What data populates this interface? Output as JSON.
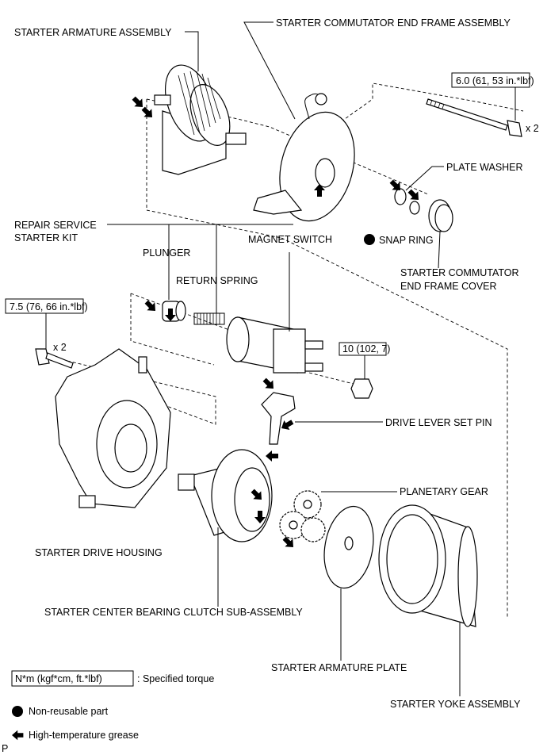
{
  "labels": {
    "armature": "STARTER ARMATURE ASSEMBLY",
    "commutator_frame": "STARTER COMMUTATOR END FRAME ASSEMBLY",
    "plate_washer": "PLATE WASHER",
    "snap_ring": "SNAP RING",
    "cover_line1": "STARTER COMMUTATOR",
    "cover_line2": "END FRAME COVER",
    "repair_kit_line1": "REPAIR SERVICE",
    "repair_kit_line2": "STARTER KIT",
    "plunger": "PLUNGER",
    "magnet_switch": "MAGNET SWITCH",
    "return_spring": "RETURN SPRING",
    "drive_lever_set_pin": "DRIVE LEVER SET PIN",
    "planetary_gear": "PLANETARY GEAR",
    "drive_housing": "STARTER DRIVE HOUSING",
    "clutch": "STARTER CENTER BEARING CLUTCH SUB-ASSEMBLY",
    "armature_plate": "STARTER ARMATURE PLATE",
    "yoke": "STARTER YOKE ASSEMBLY"
  },
  "torques": {
    "through_bolt": "6.0 (61, 53 in.*lbf)",
    "through_bolt_qty": "x 2",
    "housing_bolt": "7.5 (76, 66 in.*lbf)",
    "housing_bolt_qty": "x 2",
    "nut": "10 (102, 7)"
  },
  "legend": {
    "torque_unit": "N*m (kgf*cm, ft.*lbf)",
    "torque_desc": ": Specified torque",
    "non_reusable": "Non-reusable part",
    "grease": "High-temperature grease"
  },
  "corner_mark": "P",
  "icons": {
    "non_reusable": "filled-circle",
    "grease": "black-arrow"
  }
}
